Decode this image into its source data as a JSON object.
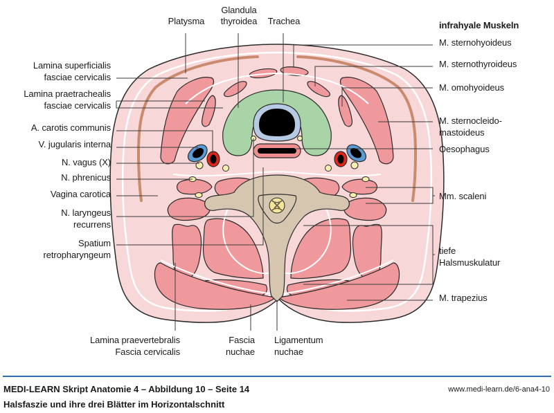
{
  "figure": {
    "colors": {
      "skin": "#f8d7d9",
      "skin_stroke": "#2a2a2a",
      "fascia": "#ffffff",
      "muscle": "#f0999c",
      "platysma": "#c98a6e",
      "thyroid": "#a9d4a7",
      "trachea_wall": "#b6cbe3",
      "lumen": "#000000",
      "oesophagus": "#ef8e8e",
      "artery": "#e0261a",
      "vein": "#5b9bd5",
      "nerve": "#f7efb0",
      "vertebra": "#d6c6b0",
      "spinal_cord": "#f5e59a"
    },
    "labels_left": {
      "platysma": "Platysma",
      "glandula_1": "Glandula",
      "glandula_2": "thyroidea",
      "trachea": "Trachea",
      "lamina_superficialis_1": "Lamina superficialis",
      "lamina_superficialis_2": "fasciae cervicalis",
      "lamina_praetrachealis_1": "Lamina praetrachealis",
      "lamina_praetrachealis_2": "fasciae cervicalis",
      "a_carotis": "A. carotis communis",
      "v_jugularis": "V. jugularis interna",
      "n_vagus": "N. vagus (X)",
      "n_phrenicus": "N. phrenicus",
      "vagina_carotica": "Vagina carotica",
      "n_laryngeus_1": "N. laryngeus",
      "n_laryngeus_2": "recurrens",
      "spatium_1": "Spatium",
      "spatium_2": "retropharyngeum"
    },
    "labels_right": {
      "group_heading": "infrahyale Muskeln",
      "sternohyoideus": "M. sternohyoideus",
      "sternothyroideus": "M. sternothyroideus",
      "omohyoideus": "M. omohyoideus",
      "sternocleido_1": "M. sternocleido-",
      "sternocleido_2": "mastoideus",
      "oesophagus": "Oesophagus",
      "scaleni": "Mm. scaleni",
      "tiefe_1": "tiefe",
      "tiefe_2": "Halsmuskulatur",
      "trapezius": "M. trapezius"
    },
    "labels_bottom": {
      "lamina_praevertebralis_1": "Lamina praevertebralis",
      "lamina_praevertebralis_2": "Fascia cervicalis",
      "fascia_nuchae_1": "Fascia",
      "fascia_nuchae_2": "nuchae",
      "ligamentum_1": "Ligamentum",
      "ligamentum_2": "nuchae"
    }
  },
  "footer": {
    "title": "MEDI-LEARN Skript Anatomie 4 – Abbildung 10 – Seite 14",
    "url": "www.medi-learn.de/6-ana4-10",
    "caption": "Halsfaszie und ihre drei Blätter im Horizontalschnitt",
    "rule_color": "#2e6db4"
  }
}
